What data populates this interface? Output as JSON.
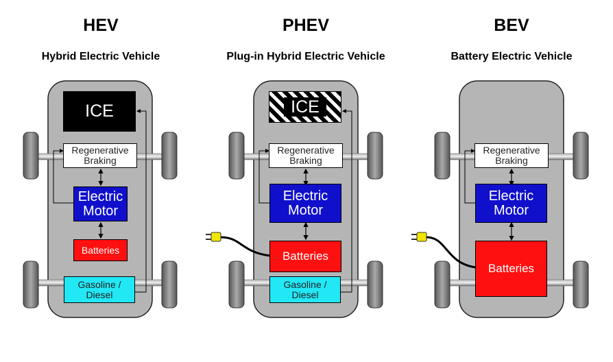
{
  "columns": [
    {
      "title": "HEV",
      "subtitle": "Hybrid Electric Vehicle"
    },
    {
      "title": "PHEV",
      "subtitle": "Plug-in Hybrid Electric Vehicle"
    },
    {
      "title": "BEV",
      "subtitle": "Battery Electric Vehicle"
    }
  ],
  "components": {
    "ice": "ICE",
    "regen": "Regenerative Braking",
    "motor": "Electric Motor",
    "batteries": "Batteries",
    "fuel": "Gasoline / Diesel"
  },
  "colors": {
    "chassis": "#b5b5b5",
    "ice": "#000000",
    "motor": "#1010cc",
    "batteries": "#ff1010",
    "fuel": "#22e8f5"
  }
}
